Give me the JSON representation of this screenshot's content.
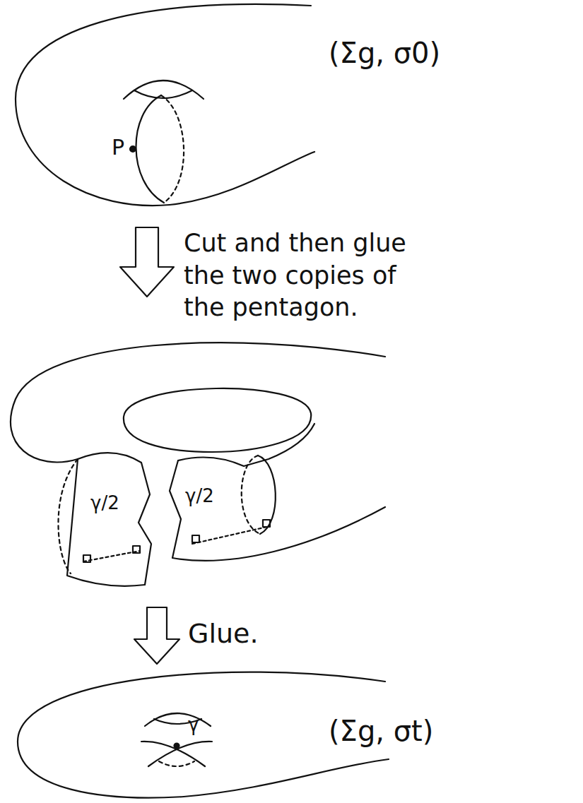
{
  "diagram": {
    "labels": [
      "(Σg, σ0)",
      "P",
      "Cut and then glue the two copies of the pentagon.",
      "γ/2",
      "γ/2",
      "Glue.",
      "(Σg, σt)",
      "γ"
    ]
  }
}
